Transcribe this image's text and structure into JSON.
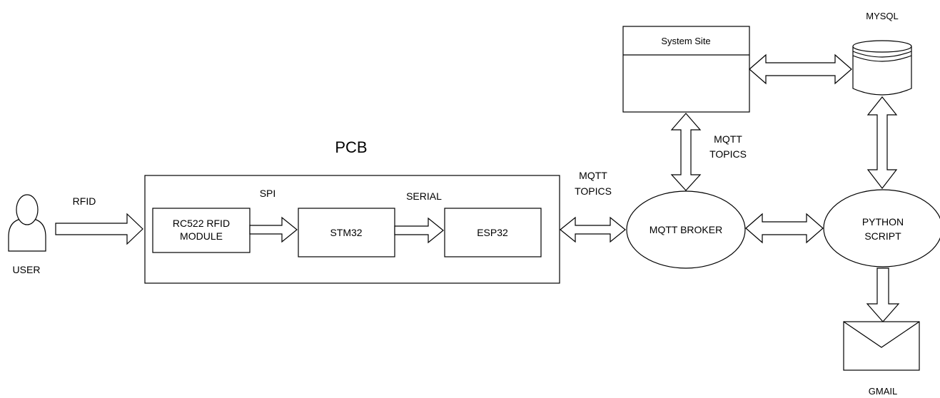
{
  "diagram": {
    "nodes": {
      "user": "USER",
      "pcb": "PCB",
      "rc522": [
        "RC522 RFID",
        "MODULE"
      ],
      "stm32": "STM32",
      "esp32": "ESP32",
      "system_site": "System Site",
      "mysql": "MYSQL",
      "mqtt_broker": "MQTT BROKER",
      "python_script": [
        "PYTHON",
        "SCRIPT"
      ],
      "gmail": "GMAIL"
    },
    "edges": {
      "user_to_rc522": "RFID",
      "rc522_to_stm32": "SPI",
      "stm32_to_esp32": "SERIAL",
      "pcb_to_broker": [
        "MQTT",
        "TOPICS"
      ],
      "site_to_broker": [
        "MQTT",
        "TOPICS"
      ]
    }
  }
}
